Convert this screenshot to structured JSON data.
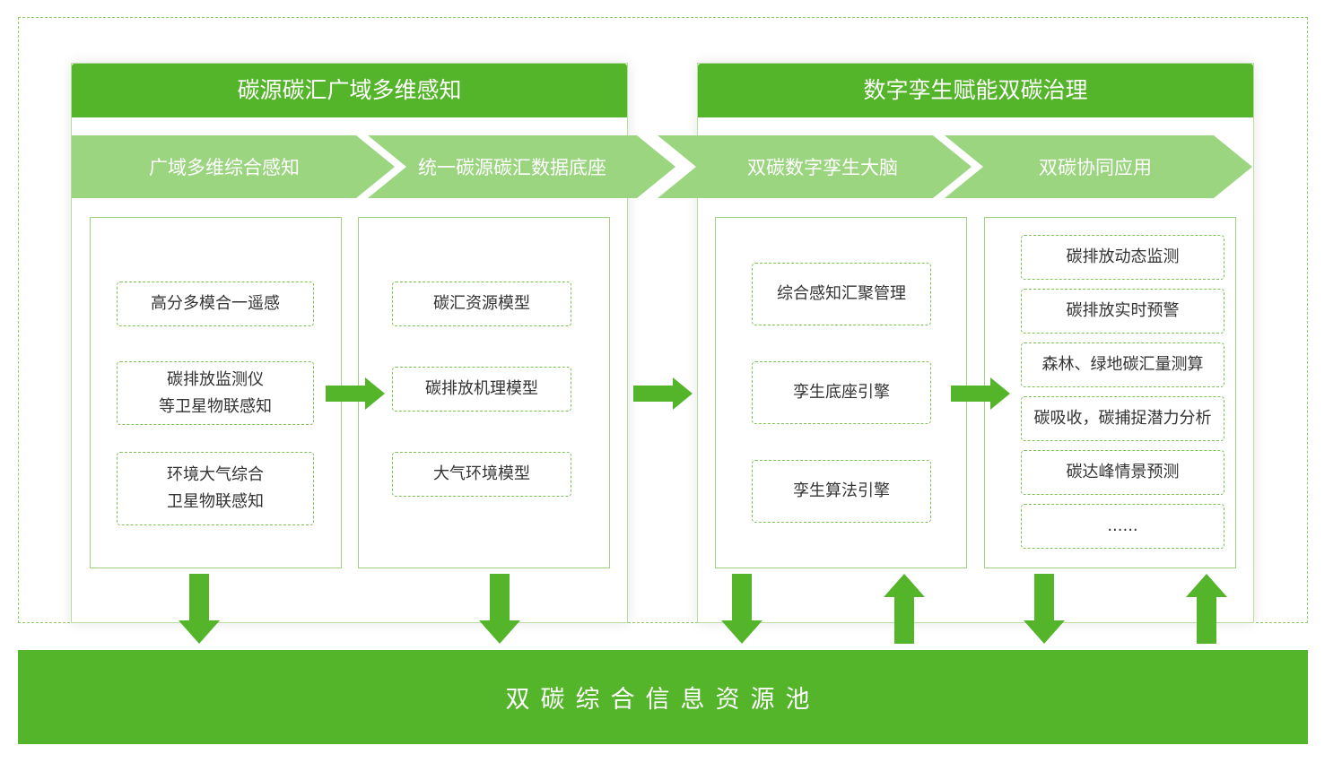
{
  "colors": {
    "accent": "#55b52a",
    "chevron": "#9bd57f",
    "item_border": "#7cc255"
  },
  "left_panel": {
    "title": "碳源碳汇广域多维感知",
    "stages": [
      "广域多维综合感知",
      "统一碳源碳汇数据底座"
    ],
    "col1": [
      [
        "高分多模合一遥感"
      ],
      [
        "碳排放监测仪",
        "等卫星物联感知"
      ],
      [
        "环境大气综合",
        "卫星物联感知"
      ]
    ],
    "col2": [
      "碳汇资源模型",
      "碳排放机理模型",
      "大气环境模型"
    ]
  },
  "right_panel": {
    "title": "数字孪生赋能双碳治理",
    "stages": [
      "双碳数字孪生大脑",
      "双碳协同应用"
    ],
    "col3": [
      "综合感知汇聚管理",
      "孪生底座引擎",
      "孪生算法引擎"
    ],
    "col4": [
      "碳排放动态监测",
      "碳排放实时预警",
      "森林、绿地碳汇量测算",
      "碳吸收，碳捕捉潜力分析",
      "碳达峰情景预测",
      "......"
    ]
  },
  "pool": {
    "label": "双碳综合信息资源池"
  }
}
